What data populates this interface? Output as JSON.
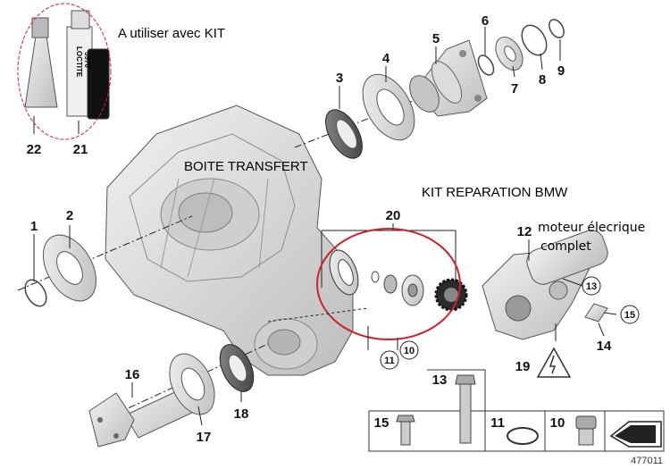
{
  "annotations": {
    "use_with_kit": "A utiliser avec KIT",
    "transfer_box": "BOITE TRANSFERT",
    "repair_kit": "KIT REPARATION BMW",
    "motor_line1": "moteur élecrique",
    "motor_line2": "complet"
  },
  "tube_label": {
    "line1": "LOCTITE",
    "line2": "5970"
  },
  "part_numbers": {
    "p1": "1",
    "p2": "2",
    "p3": "3",
    "p4": "4",
    "p5": "5",
    "p6": "6",
    "p7": "7",
    "p8": "8",
    "p9": "9",
    "p10": "10",
    "p11": "11",
    "p12": "12",
    "p13": "13",
    "p14": "14",
    "p15": "15",
    "p16": "16",
    "p17": "17",
    "p18": "18",
    "p19": "19",
    "p20": "20",
    "p21": "21",
    "p22": "22"
  },
  "legend_table": {
    "items": [
      {
        "number": "15",
        "icon": "bolt-short-icon"
      },
      {
        "number": "13",
        "icon": "bolt-long-icon"
      },
      {
        "number": "11",
        "icon": "o-ring-icon"
      },
      {
        "number": "10",
        "icon": "plug-screw-icon"
      },
      {
        "number": "",
        "icon": "arrow-icon"
      }
    ]
  },
  "diagram_id": "477011",
  "colors": {
    "highlight_circle": "#d0202a",
    "part_gray": "#d9d9d9",
    "leader": "#222222"
  }
}
